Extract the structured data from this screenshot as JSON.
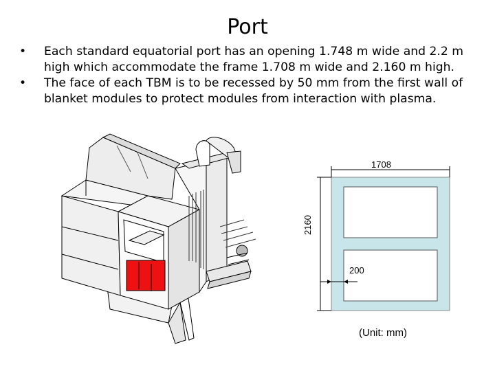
{
  "slide": {
    "title": "Port",
    "bullets": [
      {
        "marker": "•",
        "text": "Each standard equatorial port has an opening 1.748 m wide and 2.2 m high which accommodate the frame 1.708 m wide and 2.160 m high."
      },
      {
        "marker": "•",
        "text": " The face of each TBM is to be recessed by 50 mm from the first wall of blanket modules to protect modules from interaction with plasma."
      }
    ]
  },
  "frame_drawing": {
    "width_label": "1708",
    "height_label": "2160",
    "gap_label": "200",
    "unit_label": "(Unit: mm)",
    "fill_color": "#c8e6ea"
  },
  "port_drawing": {
    "tbm_color": "#ee1111"
  }
}
